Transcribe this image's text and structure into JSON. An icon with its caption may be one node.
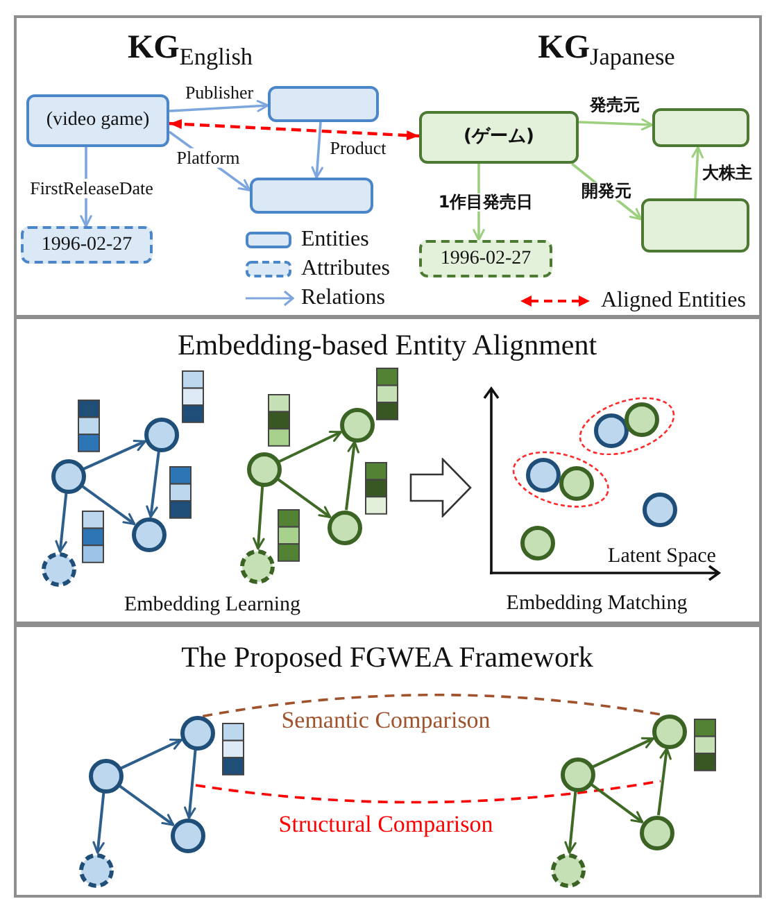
{
  "diagram": {
    "nodes": [
      {
        "text": [
          "**KG**$_{English}$",
          "**KG**$_{Japanese}$"
        ]
      },
      {
        "text": [
          "(video game)"
        ],
        "in": 0
      },
      {
        "text": [],
        "shape": "box",
        "in": 0
      },
      {
        "text": [],
        "shape": "box",
        "in": 0
      },
      {
        "text": [
          "1996-02-27"
        ],
        "in": 0
      },
      {
        "text": [
          "(ゲーム)"
        ],
        "in": 0
      },
      {
        "text": [],
        "shape": "box",
        "in": 0
      },
      {
        "text": [],
        "shape": "box",
        "in": 0
      },
      {
        "text": [
          "1996-02-27"
        ],
        "in": 0
      },
      {
        "text": [
          "Embedding-based Entity Alignment"
        ]
      },
      {
        "text": [],
        "shape": "circle",
        "in": 9
      },
      {
        "text": [],
        "shape": "circle",
        "in": 9
      },
      {
        "text": [],
        "shape": "circle",
        "in": 9
      },
      {
        "text": [],
        "shape": "circle",
        "in": 9
      },
      {
        "text": [],
        "shape": "circle",
        "in": 9
      },
      {
        "text": [],
        "shape": "circle",
        "in": 9
      },
      {
        "text": [],
        "shape": "circle",
        "in": 9
      },
      {
        "text": [],
        "shape": "circle",
        "in": 9
      },
      {
        "text": [],
        "shape": "ellipse",
        "in": 9
      },
      {
        "text": [],
        "shape": "circle",
        "in": 18
      },
      {
        "text": [],
        "shape": "circle",
        "in": 18
      },
      {
        "text": [],
        "shape": "ellipse",
        "in": 9
      },
      {
        "text": [],
        "shape": "circle",
        "in": 21
      },
      {
        "text": [],
        "shape": "circle",
        "in": 21
      },
      {
        "text": [],
        "shape": "circle",
        "in": 9
      },
      {
        "text": [],
        "shape": "circle",
        "in": 9
      },
      {
        "text": [
          "The Proposed FGWEA Framework"
        ]
      },
      {
        "text": [],
        "shape": "circle",
        "in": 26
      },
      {
        "text": [],
        "shape": "circle",
        "in": 26
      },
      {
        "text": [],
        "shape": "circle",
        "in": 26
      },
      {
        "text": [],
        "shape": "circle",
        "in": 26
      },
      {
        "text": [],
        "shape": "circle",
        "in": 26
      },
      {
        "text": [],
        "shape": "circle",
        "in": 26
      },
      {
        "text": [],
        "shape": "circle",
        "in": 26
      },
      {
        "text": [],
        "shape": "circle",
        "in": 26
      }
    ],
    "edges": [
      {
        "from": 1,
        "to": 2,
        "arrow": "to",
        "label": "Publisher",
        "color": "#7ea6de"
      },
      {
        "from": 1,
        "to": 3,
        "arrow": "to",
        "label": "Platform",
        "color": "#7ea6de"
      },
      {
        "from": 2,
        "to": 3,
        "arrow": "to",
        "label": "Product",
        "color": "#7ea6de"
      },
      {
        "from": 1,
        "to": 4,
        "arrow": "to",
        "label": "FirstReleaseDate",
        "color": "#7ea6de"
      },
      {
        "from": 1,
        "to": 5,
        "arrow": "both",
        "style": "dashed",
        "color": "#ff0000"
      },
      {
        "from": 5,
        "to": 6,
        "arrow": "to",
        "label": "発売元",
        "color": "#9ccf7e"
      },
      {
        "from": 5,
        "to": 7,
        "arrow": "to",
        "label": "開発元",
        "color": "#9ccf7e"
      },
      {
        "from": 7,
        "to": 6,
        "arrow": "to",
        "label": "大株主",
        "color": "#9ccf7e"
      },
      {
        "from": 5,
        "to": 8,
        "arrow": "to",
        "label": "1作目発売日",
        "color": "#9ccf7e"
      },
      {
        "from": 11,
        "to": 10,
        "arrow": "to",
        "color": "#2e5f8c"
      },
      {
        "from": 11,
        "to": 12,
        "arrow": "to",
        "color": "#2e5f8c"
      },
      {
        "from": 10,
        "to": 12,
        "arrow": "to",
        "color": "#2e5f8c"
      },
      {
        "from": 11,
        "to": 13,
        "arrow": "to",
        "color": "#2e5f8c"
      },
      {
        "from": 15,
        "to": 14,
        "arrow": "to",
        "color": "#3f6a26"
      },
      {
        "from": 15,
        "to": 16,
        "arrow": "to",
        "color": "#3f6a26"
      },
      {
        "from": 16,
        "to": 14,
        "arrow": "to",
        "color": "#3f6a26"
      },
      {
        "from": 15,
        "to": 17,
        "arrow": "to",
        "color": "#3f6a26"
      },
      {
        "from": 28,
        "to": 27,
        "arrow": "to",
        "color": "#2e5f8c"
      },
      {
        "from": 28,
        "to": 29,
        "arrow": "to",
        "color": "#2e5f8c"
      },
      {
        "from": 27,
        "to": 29,
        "arrow": "to",
        "color": "#2e5f8c"
      },
      {
        "from": 28,
        "to": 30,
        "arrow": "to",
        "color": "#2e5f8c"
      },
      {
        "from": 32,
        "to": 31,
        "arrow": "to",
        "color": "#3f6a26"
      },
      {
        "from": 32,
        "to": 33,
        "arrow": "to",
        "color": "#3f6a26"
      },
      {
        "from": 33,
        "to": 31,
        "arrow": "to",
        "color": "#3f6a26"
      },
      {
        "from": 32,
        "to": 34,
        "arrow": "to",
        "color": "#3f6a26"
      },
      {
        "from": 27,
        "to": 31,
        "arrow": "none",
        "style": "dashed",
        "color": "#a0522d",
        "label": "Semantic Comparison"
      }
    ],
    "labels": [
      "Embedding Learning",
      "Latent Space",
      "Embedding Matching",
      "Structural Comparison"
    ],
    "legend": [
      {
        "text": "Entities"
      },
      {
        "text": "Attributes"
      },
      {
        "text": "Relations"
      },
      {
        "text": "Aligned Entities"
      }
    ]
  }
}
